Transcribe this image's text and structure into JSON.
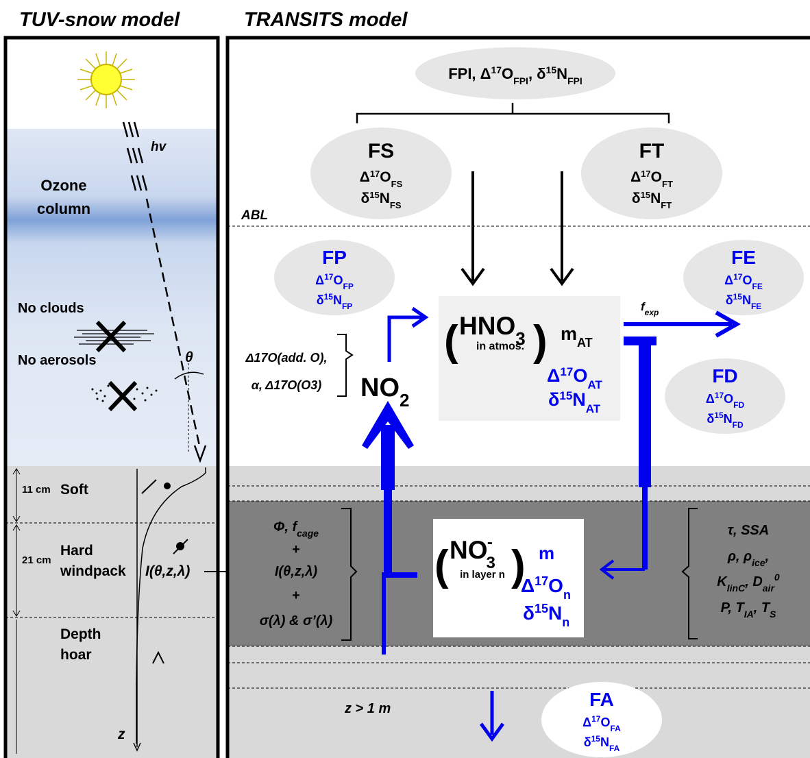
{
  "titles": {
    "left": "TUV-snow model",
    "right": "TRANSITS model"
  },
  "left_panel": {
    "hv": "hv",
    "ozone_l1": "Ozone",
    "ozone_l2": "column",
    "no_clouds": "No clouds",
    "no_aerosols": "No aerosols",
    "theta": "θ",
    "z": "z",
    "layers": [
      {
        "depth": "11 cm",
        "name_l1": "Soft",
        "name_l2": ""
      },
      {
        "depth": "21 cm",
        "name_l1": "Hard",
        "name_l2": "windpack"
      },
      {
        "depth": "",
        "name_l1": "Depth",
        "name_l2": "hoar"
      }
    ],
    "irradiance_label": "I(θ,z,λ)"
  },
  "boxes": {
    "fpi": {
      "a": "FPI, Δ",
      "sup": "17",
      "b": "O",
      "sub1": "FPI",
      "c": ", δ",
      "sup2": "15",
      "d": "N",
      "sub2": "FPI"
    },
    "fs": {
      "name": "FS",
      "sub": "FS"
    },
    "ft": {
      "name": "FT",
      "sub": "FT"
    },
    "fp": {
      "name": "FP",
      "sub": "FP"
    },
    "fe": {
      "name": "FE",
      "sub": "FE"
    },
    "fd": {
      "name": "FD",
      "sub": "FD"
    },
    "fa": {
      "name": "FA",
      "sub": "FA"
    }
  },
  "isotopes": {
    "d17_pre": "Δ",
    "d17_sup": "17",
    "d17_el": "O",
    "d15_pre": "δ",
    "d15_sup": "15",
    "d15_el": "N"
  },
  "abl": "ABL",
  "hno3": {
    "formula": "HNO",
    "sub": "3",
    "note": "in atmos.",
    "m": "m",
    "m_sub": "AT",
    "iso_sub": "AT"
  },
  "no2": {
    "formula": "NO",
    "sub": "2"
  },
  "no2_params": {
    "l1": "Δ17O(add. O),",
    "l2": "α, Δ17O(O3)"
  },
  "fexp": {
    "f": "f",
    "sub": "exp"
  },
  "no3": {
    "formula": "NO",
    "sub": "3",
    "sup": "-",
    "note": "in layer n",
    "m": "m",
    "iso_sub": "n"
  },
  "photolysis_params": {
    "l1": "Φ, f",
    "l1_sub": "cage",
    "plus": "+",
    "l2": "I(θ,z,λ)",
    "l3": "σ(λ) & σ’(λ)"
  },
  "snow_params": {
    "l1": "τ, SSA",
    "l2a": "ρ, ρ",
    "l2_sub": "ice",
    "l3a": "K",
    "l3_sub1": "linC",
    "l3b": ", D",
    "l3_sub2": "air",
    "l3_sup": "0",
    "l4a": "P, T",
    "l4_sub1": "IA",
    "l4b": ", T",
    "l4_sub2": "S"
  },
  "depth_label": "z > 1 m",
  "colors": {
    "blue": "#0000ee",
    "sky_top": "#e4ecf7",
    "ozone": "#7fa2d8",
    "snow_light": "#d9d9d9",
    "snow_dark": "#808080",
    "ellipse": "#e6e6e6"
  }
}
